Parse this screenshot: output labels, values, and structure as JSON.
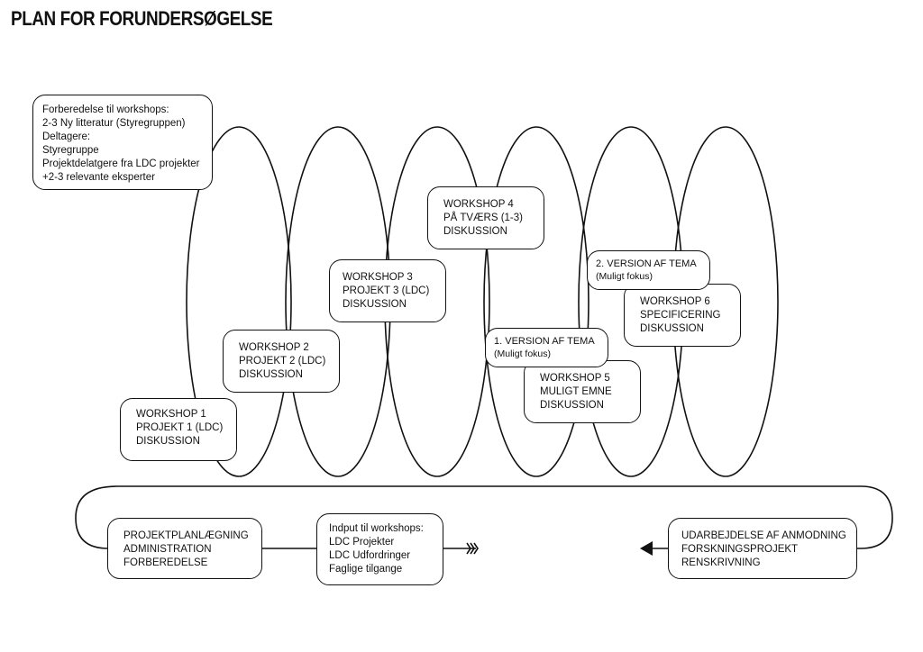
{
  "title": "PLAN FOR FORUNDERSØGELSE",
  "prep_box": {
    "lines": [
      "Forberedelse til workshops:",
      "2-3 Ny litteratur (Styregruppen)",
      "Deltagere:",
      "Styregruppe",
      "Projektdelatgere fra LDC projekter",
      "+2-3 relevante eksperter"
    ]
  },
  "workshops": [
    {
      "lines": [
        "WORKSHOP 1",
        "PROJEKT 1 (LDC)",
        "DISKUSSION"
      ]
    },
    {
      "lines": [
        "WORKSHOP 2",
        "PROJEKT 2 (LDC)",
        "DISKUSSION"
      ]
    },
    {
      "lines": [
        "WORKSHOP 3",
        "PROJEKT 3 (LDC)",
        "DISKUSSION"
      ]
    },
    {
      "lines": [
        "WORKSHOP 4",
        "PÅ TVÆRS (1-3)",
        "DISKUSSION"
      ]
    },
    {
      "lines": [
        "WORKSHOP 5",
        "MULIGT EMNE",
        "DISKUSSION"
      ]
    },
    {
      "lines": [
        "WORKSHOP 6",
        "SPECIFICERING",
        "DISKUSSION"
      ]
    }
  ],
  "versions": [
    {
      "title": "1. VERSION AF TEMA",
      "sub": "(Muligt fokus)"
    },
    {
      "title": "2. VERSION AF TEMA",
      "sub": "(Muligt fokus)"
    }
  ],
  "planning_box": {
    "lines": [
      "PROJEKTPLANLÆGNING",
      "ADMINISTRATION",
      "FORBEREDELSE"
    ]
  },
  "input_box": {
    "lines": [
      "Indput til workshops:",
      "LDC Projekter",
      "LDC Udfordringer",
      "Faglige tilgange"
    ]
  },
  "final_box": {
    "lines": [
      "UDARBEJDELSE AF ANMODNING",
      "FORSKNINGSPROJEKT",
      "RENSKRIVNING"
    ]
  }
}
